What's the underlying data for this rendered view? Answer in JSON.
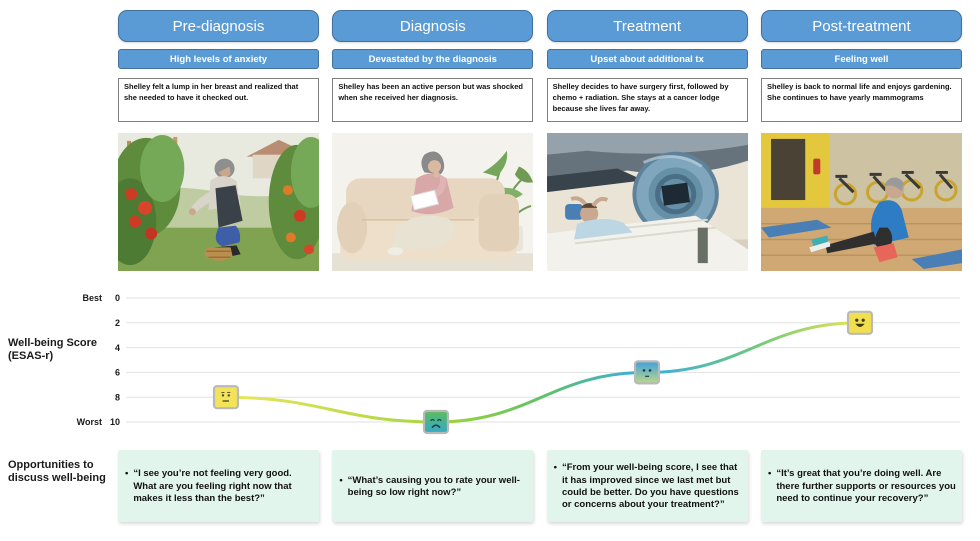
{
  "labels": {
    "chart_label": "Well-being Score\n(ESAS-r)",
    "chart_label_line1": "Well-being Score",
    "chart_label_line2": "(ESAS-r)",
    "opportunities_line1": "Opportunities to",
    "opportunities_line2": "discuss well-being",
    "bullet": "•"
  },
  "colors": {
    "stage_blue": "#5B9BD5",
    "stage_border": "#41719C",
    "quote_bg": "#E2F5ED",
    "grid_line": "#E2E2E2"
  },
  "stages": [
    {
      "title": "Pre-diagnosis",
      "emotion": "High levels of anxiety",
      "description": "Shelley felt a lump in her breast and realized that she needed to have it checked out.",
      "photo": "woman-gardening-tomato-plants",
      "emoji": "unsure-face",
      "quote": "“I see you’re not feeling very good. What are you feeling right now that makes it less than the best?”"
    },
    {
      "title": "Diagnosis",
      "emotion": "Devastated by the diagnosis",
      "description": "Shelley has been an active person but was shocked when she received her diagnosis.",
      "photo": "woman-pensive-on-couch",
      "emoji": "sad-face",
      "quote": "“What’s causing you to rate your well-being so low right now?”"
    },
    {
      "title": "Treatment",
      "emotion": "Upset about additional tx",
      "description": "Shelley decides to have surgery first, followed by chemo + radiation. She stays at a cancer lodge because she lives far away.",
      "photo": "patient-under-radiation-therapy-machine",
      "emoji": "worried-face",
      "quote": "“From your well-being score, I see that it has improved since we last met but could be better. Do you have questions or concerns about your treatment?”"
    },
    {
      "title": "Post-treatment",
      "emotion": "Feeling well",
      "description": "Shelley is back to normal life and enjoys gardening. She continues to have yearly mammograms",
      "photo": "woman-exercising-in-gym-class",
      "emoji": "happy-face",
      "quote": "“It’s great that you’re doing well. Are there further supports or resources you need to continue your recovery?”"
    }
  ],
  "chart_data": {
    "type": "line",
    "categories": [
      "Pre-diagnosis",
      "Diagnosis",
      "Treatment",
      "Post-treatment"
    ],
    "values": [
      8,
      10,
      6,
      2
    ],
    "title": "",
    "xlabel": "",
    "ylabel": "Well-being Score (ESAS-r)",
    "yticks": [
      0,
      2,
      4,
      6,
      8,
      10
    ],
    "ytick_top_annotation": "Best",
    "ytick_bottom_annotation": "Worst",
    "ylim": [
      0,
      10
    ],
    "y_inverted": true,
    "grid": true,
    "legend": "none",
    "emoji_markers": [
      "unsure-face",
      "sad-face",
      "worried-face",
      "happy-face"
    ],
    "line_gradient": [
      "#EAE75E",
      "#A6D53C",
      "#5FC167",
      "#3AACE8",
      "#6CC77F",
      "#E8E551"
    ]
  }
}
